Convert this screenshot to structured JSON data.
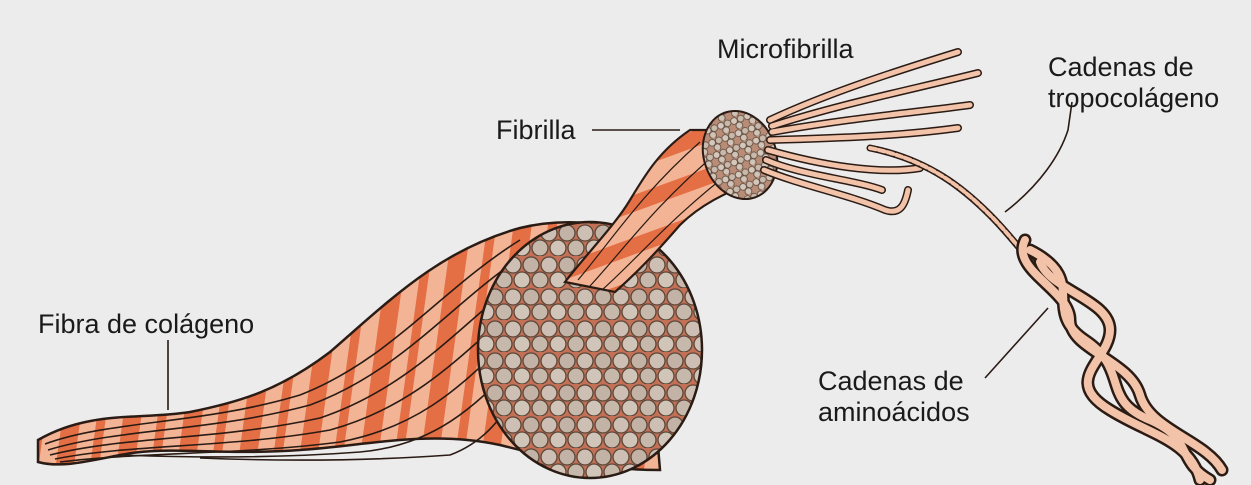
{
  "labels": {
    "microfibril": "Microfibrilla",
    "fibril": "Fibrilla",
    "tropocollagen_line1": "Cadenas de",
    "tropocollagen_line2": "tropocolágeno",
    "fiber": "Fibra de colágeno",
    "amino_line1": "Cadenas de",
    "amino_line2": "aminoácidos"
  },
  "colors": {
    "background": "#ececed",
    "collagen_orange": "#e46f45",
    "collagen_light": "#f3b496",
    "strand_pink": "#f2c3a8",
    "bundle_gray": "#b4a79c",
    "outline": "#2a1b14"
  }
}
